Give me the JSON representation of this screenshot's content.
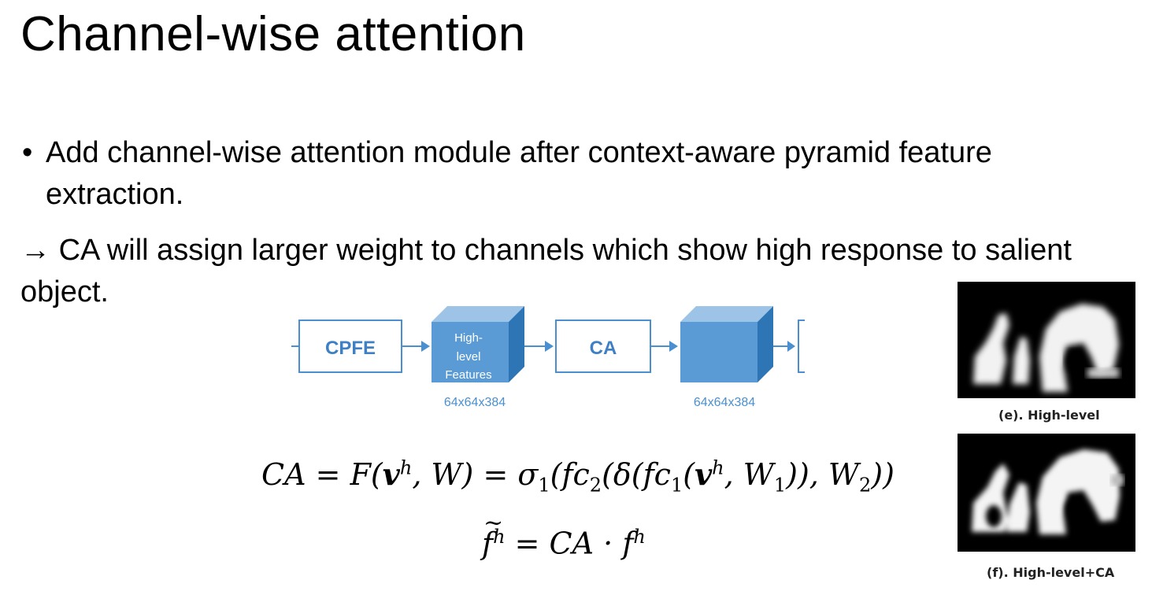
{
  "slide": {
    "title": "Channel-wise attention",
    "bullet": {
      "marker": "•",
      "text": "Add channel-wise attention module after context-aware pyramid feature extraction."
    },
    "arrow_point": {
      "arrow": "→",
      "text": "CA will assign larger weight to channels which show high response to salient object."
    }
  },
  "diagram": {
    "box1_label": "CPFE",
    "cube1_label_line1": "High-",
    "cube1_label_line2": "level",
    "cube1_label_line3": "Features",
    "cube1_dims": "64x64x384",
    "box2_label": "CA",
    "cube2_dims": "64x64x384",
    "colors": {
      "outline": "#4a90d0",
      "label": "#3f7fc4",
      "cube_front": "#5b9bd5",
      "cube_top": "#9dc3e6",
      "cube_side": "#2e75b6"
    }
  },
  "saliency": {
    "caption_e": "(e). High-level",
    "caption_f": "(f). High-level+CA"
  },
  "equations": {
    "eq1": {
      "lhs": "CA",
      "eq": "=",
      "F": "F(",
      "v": "v",
      "sup_h": "h",
      "W_close": ", W) =",
      "sigma": "σ",
      "sub1": "1",
      "fc_open": "(fc",
      "sub2": "2",
      "delta": "(δ(fc",
      "sub3": "1",
      "paren": "(",
      "v2": "v",
      "sup_h2": "h",
      "W1": ", W",
      "sub4": "1",
      "close1": ")), W",
      "sub5": "2",
      "close2": "))"
    },
    "eq2": {
      "lhs_f": "f",
      "lhs_sup": "h",
      "tilde": "~",
      "rhs": "= CA · f",
      "rhs_sup": "h"
    }
  }
}
